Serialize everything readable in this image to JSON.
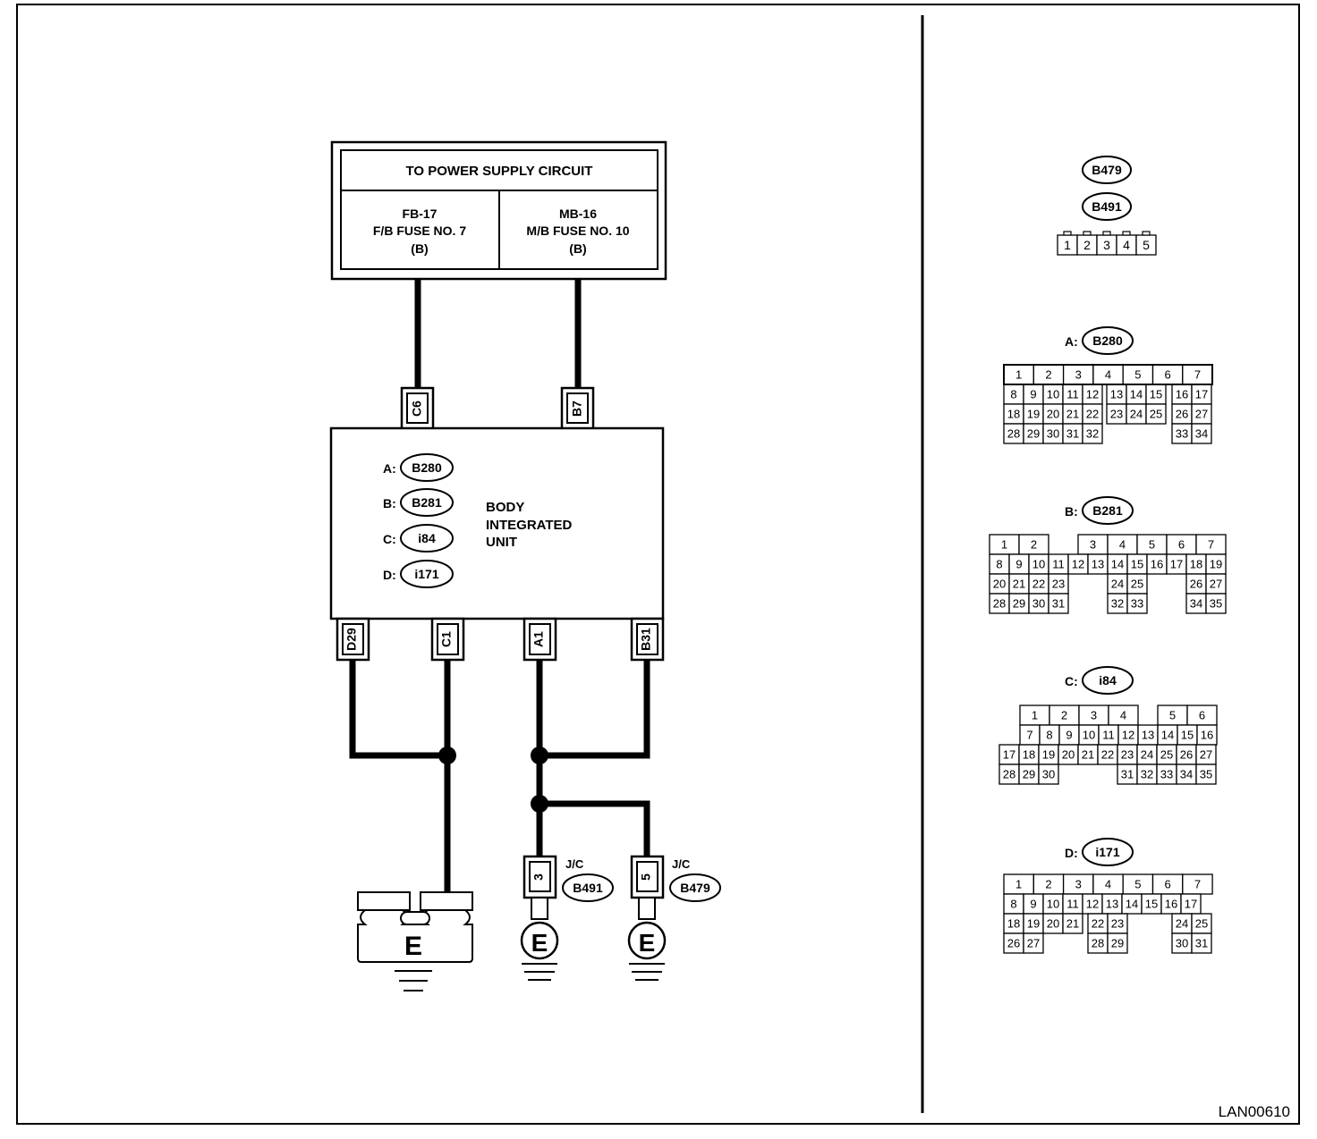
{
  "figure_code": "LAN00610",
  "power_supply": {
    "title": "TO POWER SUPPLY CIRCUIT",
    "left": [
      "FB-17",
      "F/B FUSE NO. 7",
      "(B)"
    ],
    "right": [
      "MB-16",
      "M/B FUSE NO. 10",
      "(B)"
    ]
  },
  "unit": {
    "name_lines": [
      "BODY",
      "INTEGRATED",
      "UNIT"
    ],
    "connectors": [
      {
        "prefix": "A:",
        "code": "B280"
      },
      {
        "prefix": "B:",
        "code": "B281"
      },
      {
        "prefix": "C:",
        "code": "i84"
      },
      {
        "prefix": "D:",
        "code": "i171"
      }
    ]
  },
  "terminals": {
    "top": [
      "C6",
      "B7"
    ],
    "bottom": [
      "D29",
      "C1",
      "A1",
      "B31"
    ],
    "jc": [
      "3",
      "5"
    ]
  },
  "joint_connectors": [
    {
      "label": "J/C",
      "code": "B491"
    },
    {
      "label": "J/C",
      "code": "B479"
    }
  ],
  "ground_symbol": "E",
  "connector_views": {
    "jc": {
      "codes": [
        "B479",
        "B491"
      ],
      "pins": [
        "1",
        "2",
        "3",
        "4",
        "5"
      ]
    },
    "a": {
      "prefix": "A:",
      "code": "B280"
    },
    "b": {
      "prefix": "B:",
      "code": "B281"
    },
    "c": {
      "prefix": "C:",
      "code": "i84"
    },
    "d": {
      "prefix": "D:",
      "code": "i171"
    }
  },
  "pin_grids": {
    "a": [
      [
        "1",
        "2",
        "3",
        "4",
        "5",
        "6",
        "7"
      ],
      [
        "8",
        "9",
        "10",
        "11",
        "12",
        "13",
        "14",
        "15",
        "16",
        "17"
      ],
      [
        "18",
        "19",
        "20",
        "21",
        "22",
        "23",
        "24",
        "25",
        "26",
        "27"
      ],
      [
        "28",
        "29",
        "30",
        "31",
        "32",
        "33",
        "34"
      ]
    ],
    "b": [
      [
        "1",
        "2",
        "3",
        "4",
        "5",
        "6",
        "7"
      ],
      [
        "8",
        "9",
        "10",
        "11",
        "12",
        "13",
        "14",
        "15",
        "16",
        "17",
        "18",
        "19"
      ],
      [
        "20",
        "21",
        "22",
        "23",
        "24",
        "25",
        "26",
        "27"
      ],
      [
        "28",
        "29",
        "30",
        "31",
        "32",
        "33",
        "34",
        "35"
      ]
    ],
    "c": [
      [
        "1",
        "2",
        "3",
        "4",
        "5",
        "6"
      ],
      [
        "7",
        "8",
        "9",
        "10",
        "11",
        "12",
        "13",
        "14",
        "15",
        "16"
      ],
      [
        "17",
        "18",
        "19",
        "20",
        "21",
        "22",
        "23",
        "24",
        "25",
        "26",
        "27"
      ],
      [
        "28",
        "29",
        "30",
        "31",
        "32",
        "33",
        "34",
        "35"
      ]
    ],
    "d": [
      [
        "1",
        "2",
        "3",
        "4",
        "5",
        "6",
        "7"
      ],
      [
        "8",
        "9",
        "10",
        "11",
        "12",
        "13",
        "14",
        "15",
        "16",
        "17"
      ],
      [
        "18",
        "19",
        "20",
        "21",
        "22",
        "23",
        "24",
        "25"
      ],
      [
        "26",
        "27",
        "28",
        "29",
        "30",
        "31"
      ]
    ]
  }
}
